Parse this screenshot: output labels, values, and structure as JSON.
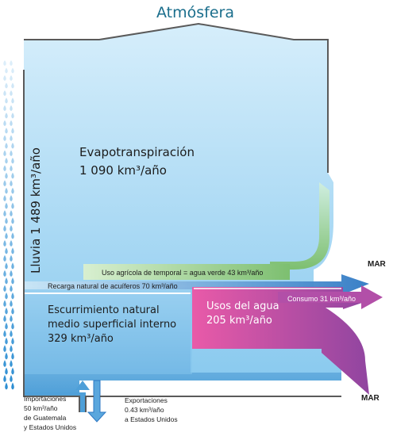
{
  "title": "Atmósfera",
  "rain": {
    "label": "Lluvia 1 489 km³/año"
  },
  "evapotranspiration": {
    "label": "Evapotranspiración",
    "value": "1 090 km³/año"
  },
  "green_water": {
    "label": "Uso agrícola de temporal = agua verde 43 km³/año"
  },
  "recharge": {
    "label": "Recarga  natural de acuíferos 70 km³/año"
  },
  "runoff": {
    "line1": "Escurrimiento natural",
    "line2": "medio superficial interno",
    "line3": "329 km³/año"
  },
  "water_use": {
    "line1": "Usos del agua",
    "line2": "205 km³/año"
  },
  "consumption": {
    "label": "Consumo 31 km³/año"
  },
  "sea_top": {
    "label": "MAR"
  },
  "sea_bottom": {
    "label": "MAR"
  },
  "imports": {
    "line1": "Importaciones",
    "line2": "50 km³/año",
    "line3": "de Guatemala",
    "line4": "y Estados Unidos"
  },
  "exports": {
    "line1": "Exportaciones",
    "line2": "0.43 km³/año",
    "line3": "a Estados Unidos"
  },
  "colors": {
    "atmosphere_top": "#c9e6f7",
    "atmosphere_bottom": "#8ccbef",
    "runoff_fill": "#5aa7dd",
    "green_flow": "#8cc77f",
    "water_use_pink": "#e353a2",
    "water_use_purple": "#9a48a3",
    "outline": "#5a5a5a",
    "title_color": "#1a6e8c"
  }
}
